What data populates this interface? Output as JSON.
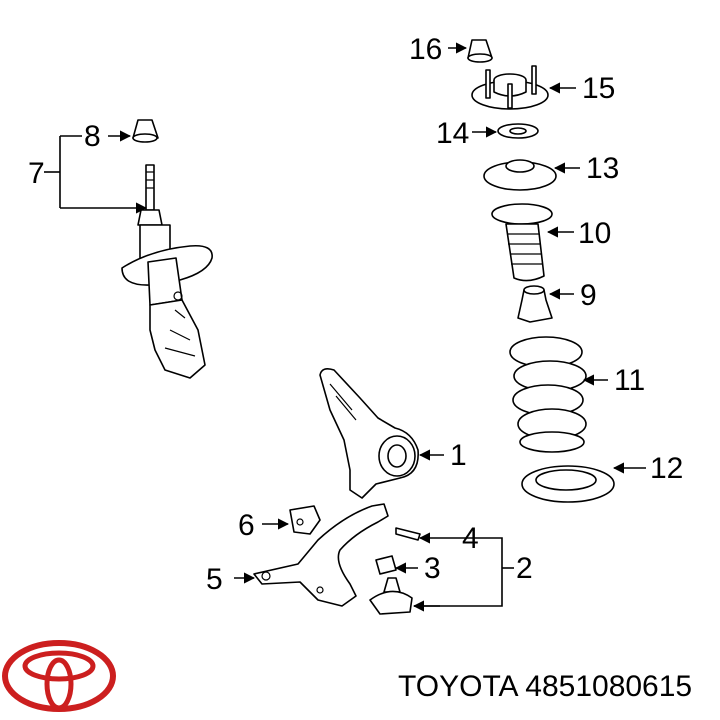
{
  "callouts": {
    "n1": "1",
    "n2": "2",
    "n3": "3",
    "n4": "4",
    "n5": "5",
    "n6": "6",
    "n7": "7",
    "n8": "8",
    "n9": "9",
    "n10": "10",
    "n11": "11",
    "n12": "12",
    "n13": "13",
    "n14": "14",
    "n15": "15",
    "n16": "16"
  },
  "caption": {
    "brand": "TOYOTA",
    "part_number": "4851080615"
  },
  "colors": {
    "ink": "#000000",
    "logo": "#cc1f1f",
    "background": "#ffffff"
  },
  "icons": {
    "logo": "toyota-logo-icon",
    "arrow": "arrowhead-icon"
  }
}
